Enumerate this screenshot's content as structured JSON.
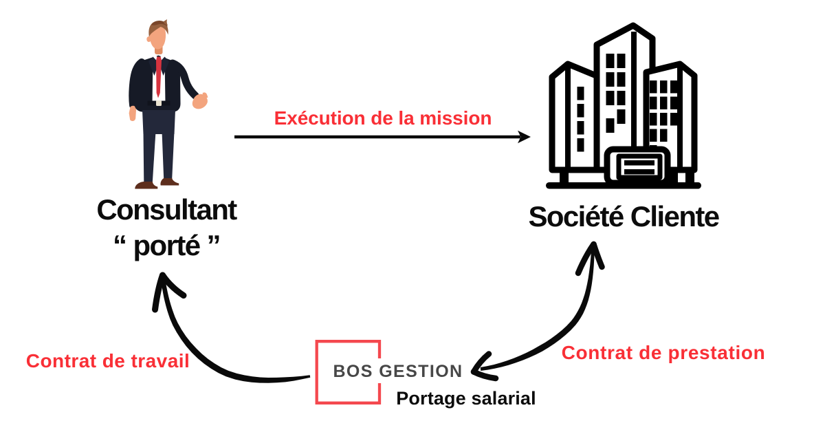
{
  "diagram": {
    "background": "#ffffff",
    "colors": {
      "label_red": "#f92f36",
      "text_black": "#0c0c0c",
      "brand_gray": "#474747",
      "logo_square_red": "#f4484e",
      "arrow_black": "#0a0a0a"
    }
  },
  "nodes": {
    "consultant": {
      "label_line1": "Consultant",
      "label_line2": "“ porté ”",
      "illustration": "businessman-in-dark-suit-red-tie"
    },
    "client": {
      "label": "Société Cliente",
      "icon": "city-buildings"
    },
    "umbrella_company": {
      "brand": "BOS GESTION",
      "caption": "Portage salarial",
      "logo": "red-square-outline"
    }
  },
  "edges": {
    "mission": {
      "label": "Exécution de la mission",
      "from": "consultant",
      "to": "client",
      "style": "straight-arrow"
    },
    "prestation": {
      "label": "Contrat de prestation",
      "from": "client",
      "to": "umbrella_company",
      "style": "curved-arrow"
    },
    "travail": {
      "label": "Contrat de travail",
      "from": "umbrella_company",
      "to": "consultant",
      "style": "curved-arrow"
    }
  }
}
